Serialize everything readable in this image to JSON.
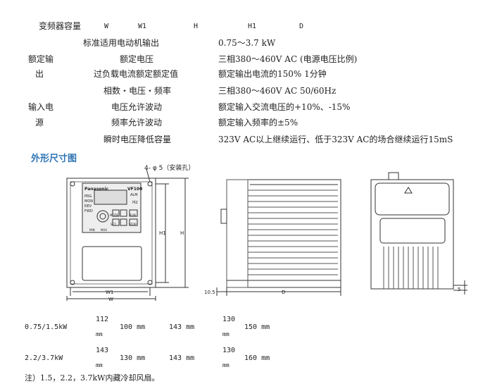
{
  "header": {
    "label": "变频器容量",
    "cols": [
      "W",
      "W1",
      "H",
      "H1",
      "D"
    ]
  },
  "spec_rows": [
    {
      "group": "",
      "item": "标准适用电动机输出",
      "value": "0.75～3.7 kW"
    },
    {
      "group": "额定输",
      "item": "额定电压",
      "value": "三相380～460V AC (电源电压比例)"
    },
    {
      "group": "出",
      "item": "过负载电流额定额定值",
      "value": "额定输出电流的150%   1分钟"
    },
    {
      "group": "",
      "item": "相数・电压・频率",
      "value": "三相380～460V AC 50/60Hz"
    },
    {
      "group": "输入电",
      "item": "电压允许波动",
      "value": "额定输入交流电压的+10%、-15%"
    },
    {
      "group": "源",
      "item": "频率允许波动",
      "value": "额定输入频率的±5%"
    },
    {
      "group": "",
      "item": "瞬时电压降低容量",
      "value": "323V AC以上继续运行、低于323V AC的场合继续运行15mS"
    }
  ],
  "section_title": "外形尺寸图",
  "drawing": {
    "hole_note": "4- φ 5（安装孔）",
    "brand": "Panasonic",
    "model": "VF100",
    "panel_labels": [
      "PRG",
      "MON",
      "REV",
      "FWD",
      "ALM",
      "Hz",
      "MODE",
      "SET",
      "RUN",
      "STOP",
      "MIN",
      "MAX"
    ],
    "dim_w1": "W1",
    "dim_w": "W",
    "dim_h1": "H1",
    "dim_h": "H",
    "dim_d": "D",
    "dim_10_5": "10.5",
    "dim_5": "5"
  },
  "dims_table": [
    {
      "model": "0.75/1.5kW",
      "w": "112",
      "w1": "100 mm",
      "h": "143 mm",
      "h1": "130",
      "d": "150 mm",
      "unit": "mm"
    },
    {
      "model": "2.2/3.7kW",
      "w": "143",
      "w1": "130 mm",
      "h": "143 mm",
      "h1": "130",
      "d": "160 mm",
      "unit": "mm"
    }
  ],
  "note": "注）1.5，2.2，3.7kW内藏冷却风扇。"
}
